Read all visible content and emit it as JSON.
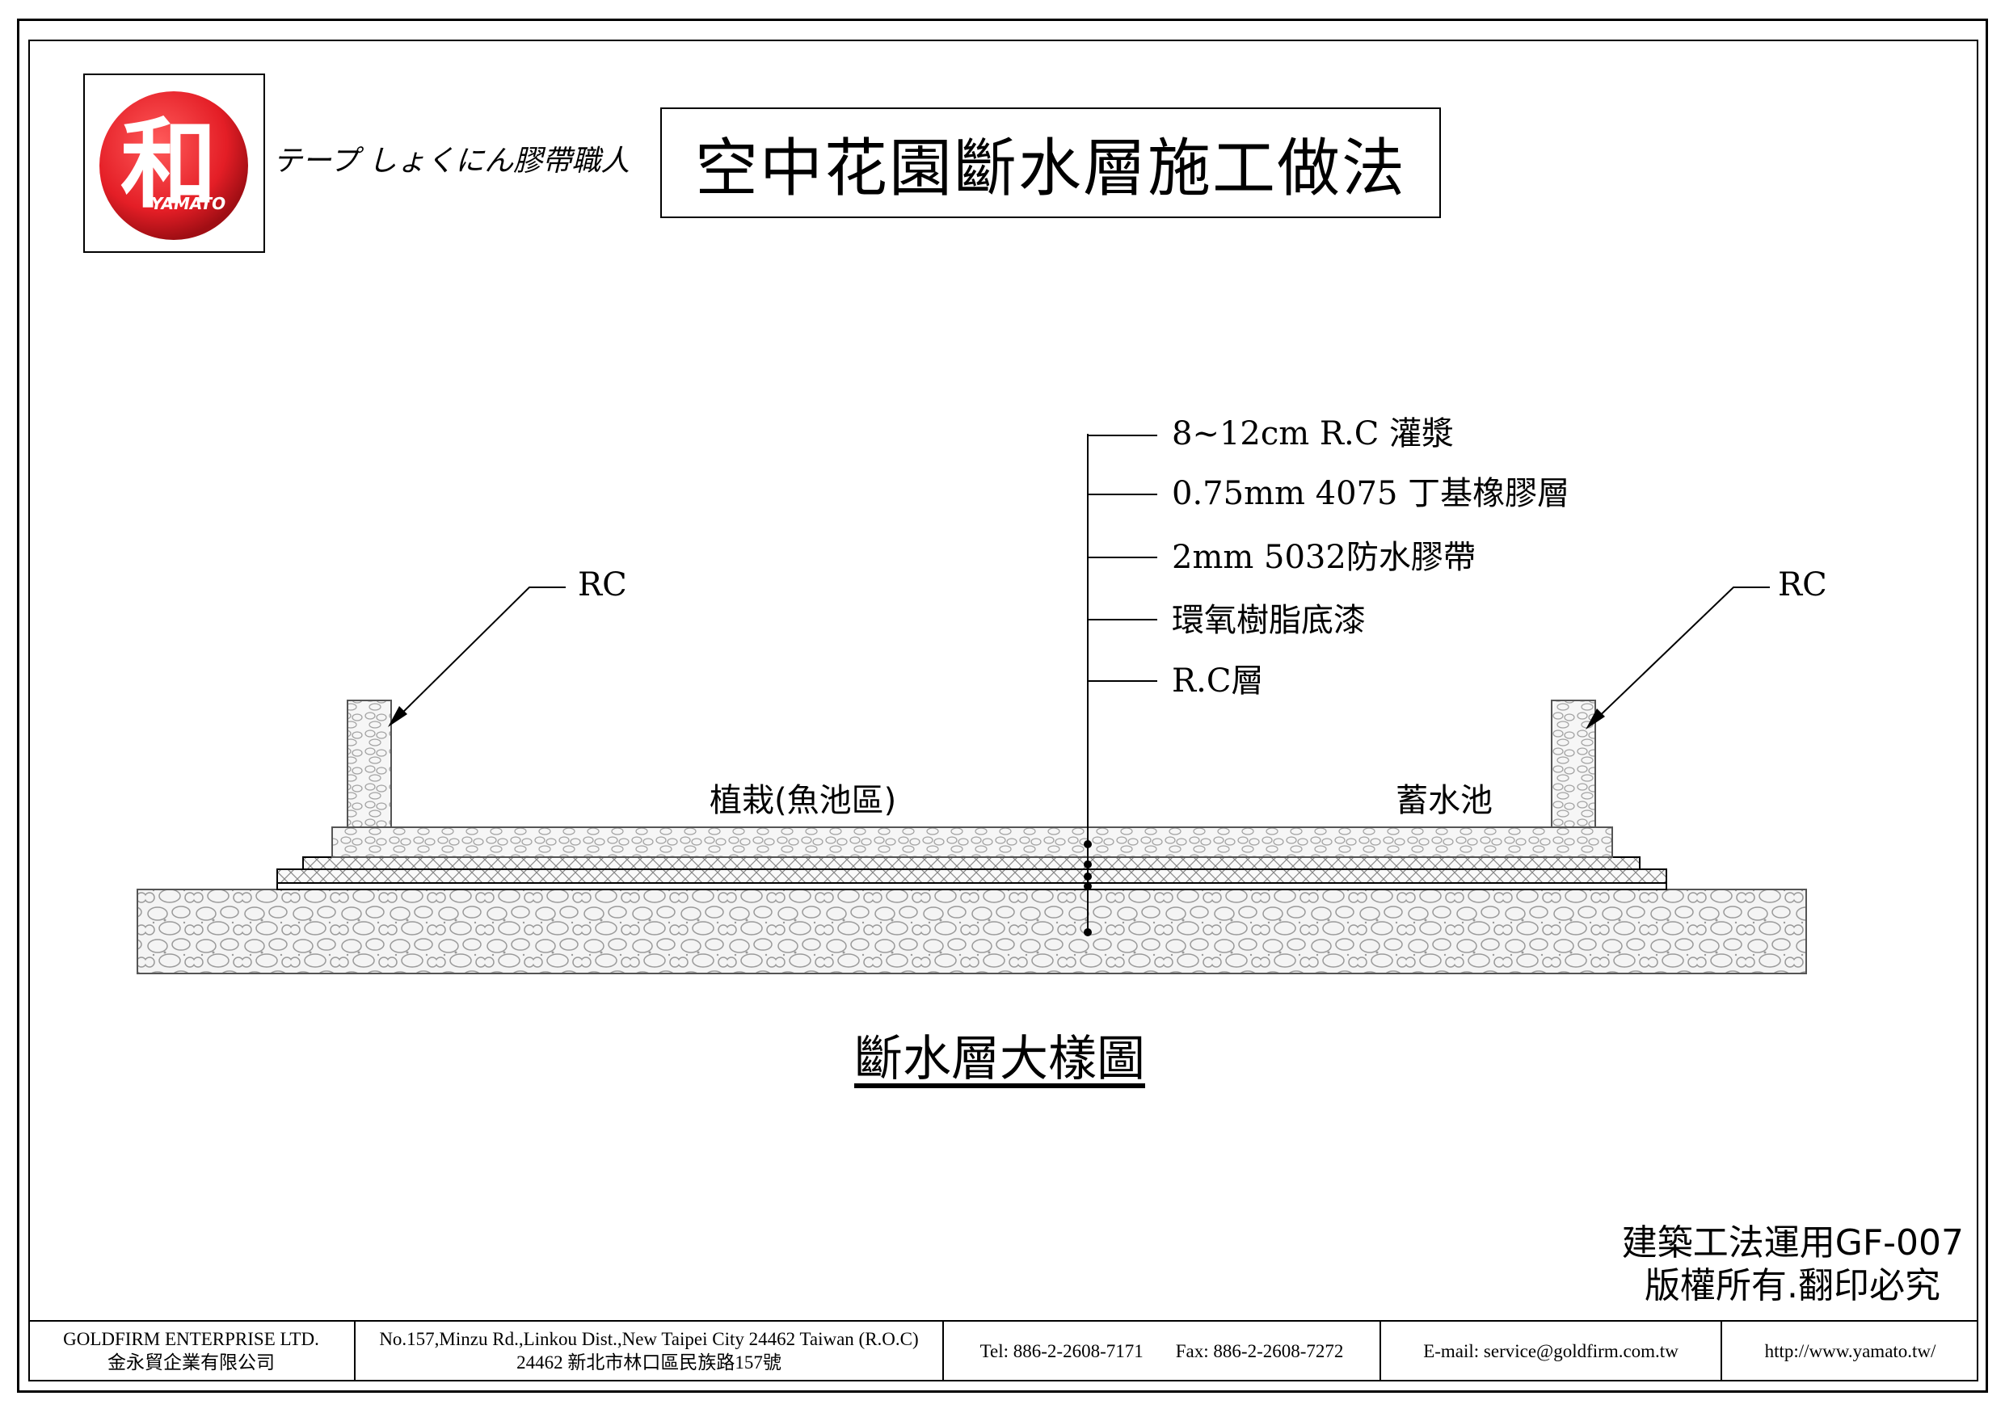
{
  "logo": {
    "glyph": "和",
    "text": "YAMATO",
    "color": "#e41e26"
  },
  "tagline": "テープ しょくにん膠帶職人",
  "title": "空中花園斷水層施工做法",
  "layers": [
    "8~12cm R.C 灌漿",
    "0.75mm 4075 丁基橡膠層",
    "2mm 5032防水膠帶",
    "環氧樹脂底漆",
    "R.C層"
  ],
  "rc_left": "RC",
  "rc_right": "RC",
  "zone_left": "植栽(魚池區)",
  "zone_right": "蓄水池",
  "caption": "斷水層大樣圖",
  "code_line1": "建築工法運用GF-007",
  "code_line2": "版權所有.翻印必究",
  "footer": {
    "company_en": "GOLDFIRM ENTERPRISE LTD.",
    "company_zh": "金永貿企業有限公司",
    "address_en": "No.157,Minzu Rd.,Linkou Dist.,New Taipei City 24462 Taiwan (R.O.C)",
    "address_zh": "24462 新北市林口區民族路157號",
    "tel": "Tel: 886-2-2608-7171",
    "fax": "Fax: 886-2-2608-7272",
    "email": "E-mail: service@goldfirm.com.tw",
    "website": "http://www.yamato.tw/"
  }
}
